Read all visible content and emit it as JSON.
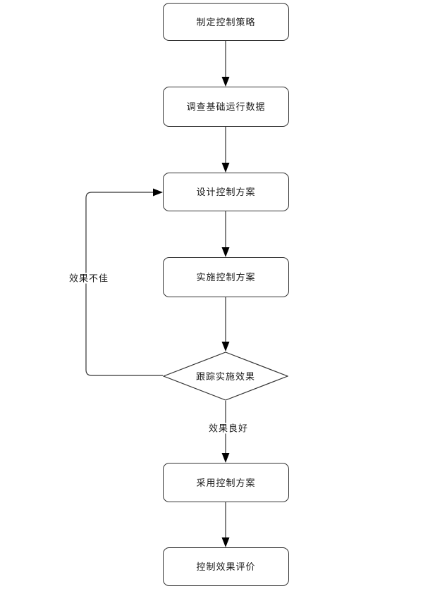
{
  "flowchart": {
    "title": "control-strategy-flowchart",
    "nodes": [
      {
        "id": "strategy",
        "type": "process",
        "label": "制定控制策略"
      },
      {
        "id": "survey",
        "type": "process",
        "label": "调查基础运行数据"
      },
      {
        "id": "design",
        "type": "process",
        "label": "设计控制方案"
      },
      {
        "id": "implement",
        "type": "process",
        "label": "实施控制方案"
      },
      {
        "id": "track",
        "type": "decision",
        "label": "跟踪实施效果"
      },
      {
        "id": "adopt",
        "type": "process",
        "label": "采用控制方案"
      },
      {
        "id": "evaluate",
        "type": "process",
        "label": "控制效果评价"
      }
    ],
    "edges": [
      {
        "from": "strategy",
        "to": "survey",
        "label": ""
      },
      {
        "from": "survey",
        "to": "design",
        "label": ""
      },
      {
        "from": "design",
        "to": "implement",
        "label": ""
      },
      {
        "from": "implement",
        "to": "track",
        "label": ""
      },
      {
        "from": "track",
        "to": "adopt",
        "label": "效果良好"
      },
      {
        "from": "adopt",
        "to": "evaluate",
        "label": ""
      },
      {
        "from": "track",
        "to": "design",
        "label": "效果不佳"
      }
    ],
    "colors": {
      "background": "#ffffff",
      "node_fill": "#ffffff",
      "node_border": "#333333",
      "line": "#333333",
      "arrowhead": "#000000",
      "text": "#1a1a1a"
    }
  }
}
